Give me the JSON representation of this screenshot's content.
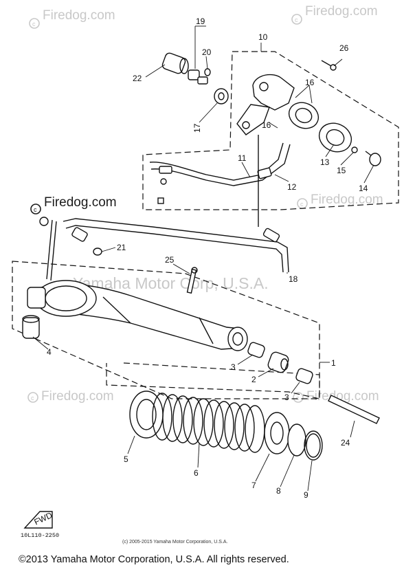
{
  "watermarks": {
    "site_top_left": "Firedog.com",
    "site_top_right": "Firedog.com",
    "site_mid_left": "Firedog.com",
    "site_mid_right": "Firedog.com",
    "site_low_left": "Firedog.com",
    "site_low_right": "Firedog.com",
    "maker": "Yamaha Motor Corp, U.S.A."
  },
  "callouts": {
    "c1": "1",
    "c2": "2",
    "c3a": "3",
    "c3b": "3",
    "c4": "4",
    "c5": "5",
    "c6": "6",
    "c7": "7",
    "c8": "8",
    "c9": "9",
    "c10": "10",
    "c11": "11",
    "c12": "12",
    "c13": "13",
    "c14": "14",
    "c15": "15",
    "c16a": "16",
    "c16b": "16",
    "c17": "17",
    "c18": "18",
    "c19": "19",
    "c20": "20",
    "c21": "21",
    "c22": "22",
    "c24": "24",
    "c25": "25",
    "c26": "26"
  },
  "fwd_label": "FWD",
  "part_number": "10L110-2250",
  "diagram_copyright": "(c) 2005-2015 Yamaha Motor Corporation, U.S.A.",
  "footer": "©2013 Yamaha Motor Corporation, U.S.A. All rights reserved."
}
